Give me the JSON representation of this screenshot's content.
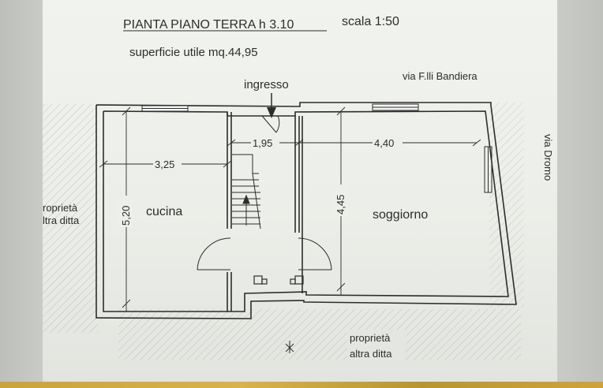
{
  "plan": {
    "title": "PIANTA PIANO TERRA  h 3.10",
    "scale": "scala 1:50",
    "surface": "superficie utile mq.44,95",
    "entrance": "ingresso",
    "street_north": "via F.lli Bandiera",
    "street_east": "via Dromo",
    "rooms": {
      "kitchen": "cucina",
      "living": "soggiorno"
    },
    "dimensions": {
      "kitchen_width": "3,25",
      "kitchen_depth": "5,20",
      "stair_width": "1,95",
      "living_width": "4,40",
      "living_depth": "4,45"
    },
    "neighbors": {
      "left_line1": "roprietà",
      "left_line2": "ltra ditta",
      "bottom_line1": "proprietà",
      "bottom_line2": "altra ditta"
    }
  },
  "colors": {
    "ink": "#2d2d2d",
    "paper": "#eceee9"
  }
}
